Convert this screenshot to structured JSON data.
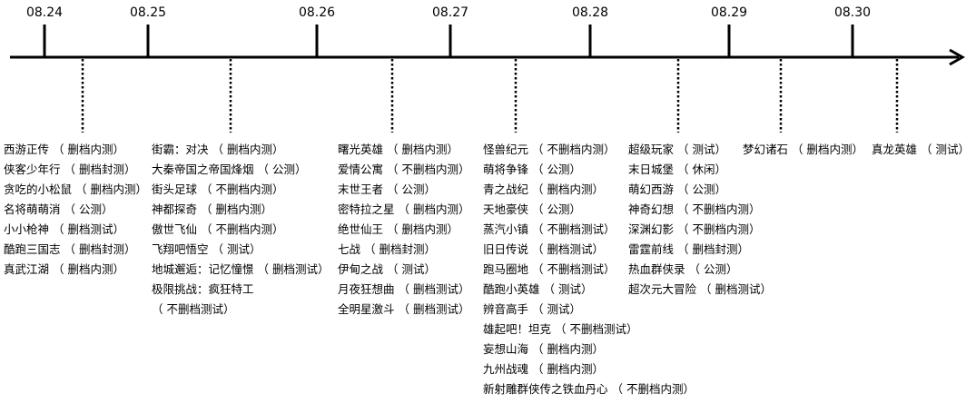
{
  "dates": [
    "08.24",
    "08.25",
    "08.26",
    "08.27",
    "08.28",
    "08.29",
    "08.30"
  ],
  "groups": [
    {
      "items": [
        "西游正传 （ 删档内测）",
        "侠客少年行 （ 删档封测）",
        "贪吃的小松鼠 （ 删档内测）",
        "名将萌萌消 （ 公测）",
        "小小枪神 （ 删档测试）",
        "酷跑三国志 （ 删档封测）",
        "真武江湖 （ 删档内测）"
      ]
    },
    {
      "items": [
        "街霸：对决 （ 删档内测）",
        "大秦帝国之帝国烽烟 （ 公测）",
        "街头足球 （ 不删档内测）",
        "神都探奇 （ 删档内测）",
        "傲世飞仙 （ 不删档内测）",
        "飞翔吧悟空 （ 测试）",
        "地城邂逅：记忆憧憬 （ 删档测试）",
        "极限挑战：疯狂特工",
        "（ 不删档测试）"
      ]
    },
    {
      "items": [
        "曙光英雄 （ 删档内测）",
        "爱情公寓 （ 不删档内测）",
        "末世王者 （ 公测）",
        "密特拉之星 （ 删档内测）",
        "绝世仙王 （ 删档内测）",
        "七战 （ 删档封测）",
        "伊甸之战 （ 测试）",
        "月夜狂想曲 （ 删档测试）",
        "全明星激斗 （ 删档测试）"
      ]
    },
    {
      "items": [
        "怪兽纪元 （ 不删档内测）",
        "萌将争锋 （ 公测）",
        "青之战纪 （ 删档内测）",
        "天地豪侠 （ 公测）",
        "蒸汽小镇 （ 不删档测试）",
        "旧日传说 （ 删档测试）",
        "跑马圈地 （ 不删档测试）",
        "酷跑小英雄 （ 测试）",
        "辨音高手 （ 测试）",
        "雄起吧！坦克 （ 不删档测试）",
        "妄想山海 （ 删档内测）",
        "九州战魂 （ 删档内测）",
        "新射雕群侠传之铁血丹心 （ 不删档内测）"
      ]
    },
    {
      "items": [
        "超级玩家 （ 测试）",
        "末日城堡 （ 休闲）",
        "萌幻西游 （ 公测）",
        "神奇幻想 （ 不删档内测）",
        "深渊幻影 （ 不删档内测）",
        "雷霆前线 （ 删档封测）",
        "热血群侠录 （ 公测）",
        "超次元大冒险 （ 删档测试）"
      ]
    },
    {
      "items": [
        "梦幻诸石 （ 删档内测）"
      ]
    },
    {
      "items": [
        "真龙英雄 （ 测试）"
      ]
    }
  ]
}
